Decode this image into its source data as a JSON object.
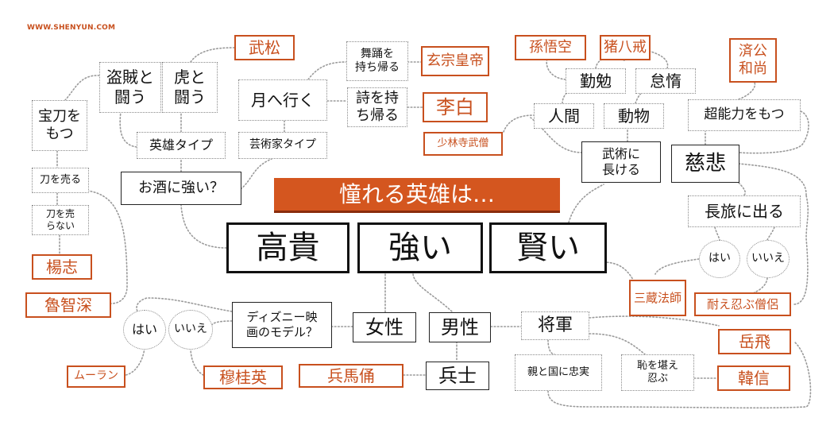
{
  "site": "WWW.SHENYUN.COM",
  "title": "憧れる英雄は…",
  "nodes": {
    "koki": "高貴",
    "tsuyoi": "強い",
    "kashikoi": "賢い",
    "osake": "お酒に強い？",
    "eiyu_type": "英雄タイプ",
    "geijutsuka_type": "芸術家タイプ",
    "tsuki": "月へ行く",
    "butou": "舞踊を\n持ち帰る",
    "uta": "詩を持\nち帰る",
    "genso": "玄宗皇帝",
    "rihaku": "李白",
    "takematsu": "武松",
    "tora": "虎と\n闘う",
    "tozoku": "盗賊と\n闘う",
    "houtou": "宝刀を\nもつ",
    "katana_uru": "刀を売る",
    "katana_urazu": "刀を売\nらない",
    "youshi": "楊志",
    "rochishin": "魯智深",
    "shorinji": "少林寺武僧",
    "songoku": "孫悟空",
    "hakkai": "猪八戒",
    "saikou": "済公\n和尚",
    "benkyo": "勤勉",
    "daida": "怠惰",
    "ningen": "人間",
    "doubutsu": "動物",
    "chounouryoku": "超能力をもつ",
    "bujutsu": "武術に\n長ける",
    "jihi": "慈悲",
    "nagatabi": "長旅に出る",
    "hai_right": "はい",
    "iie_right": "いいえ",
    "sanzou": "三蔵法師",
    "taeshinobu": "耐え忍ぶ僧侶",
    "gakuhi": "岳飛",
    "kanshin": "韓信",
    "shogun": "将軍",
    "oya": "親と国に忠実",
    "haji": "恥を堪え\n忍ぶ",
    "dansei": "男性",
    "josei": "女性",
    "disney": "ディズニー映\n画のモデル？",
    "hai_left": "はい",
    "iie_left": "いいえ",
    "mulan": "ムーラン",
    "bokukeiei": "穆桂英",
    "heishi": "兵士",
    "heibayou": "兵馬俑"
  },
  "accent_color": "#c8501e",
  "banner_color": "#d4561f"
}
